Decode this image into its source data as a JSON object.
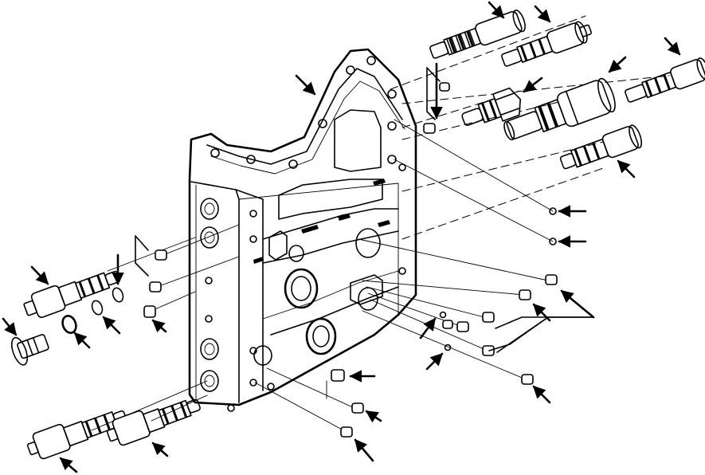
{
  "diagram": {
    "colors": {
      "ink": "#000000",
      "paper": "#ffffff"
    },
    "components": [
      "valve-body",
      "separator-plate",
      "solenoid-valve",
      "pressure-sensor",
      "plug",
      "o-ring",
      "orifice-plug",
      "check-ball",
      "callout-arrow"
    ]
  }
}
